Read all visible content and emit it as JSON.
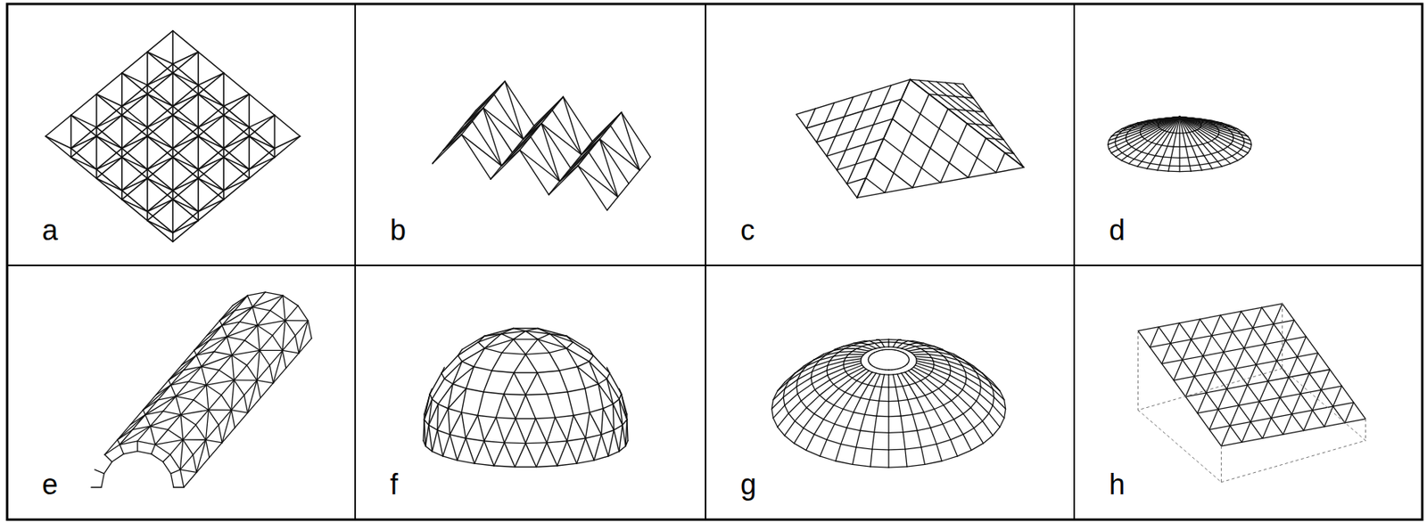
{
  "diagram": {
    "labels": [
      "a",
      "b",
      "c",
      "d",
      "e",
      "f",
      "g",
      "h"
    ]
  }
}
